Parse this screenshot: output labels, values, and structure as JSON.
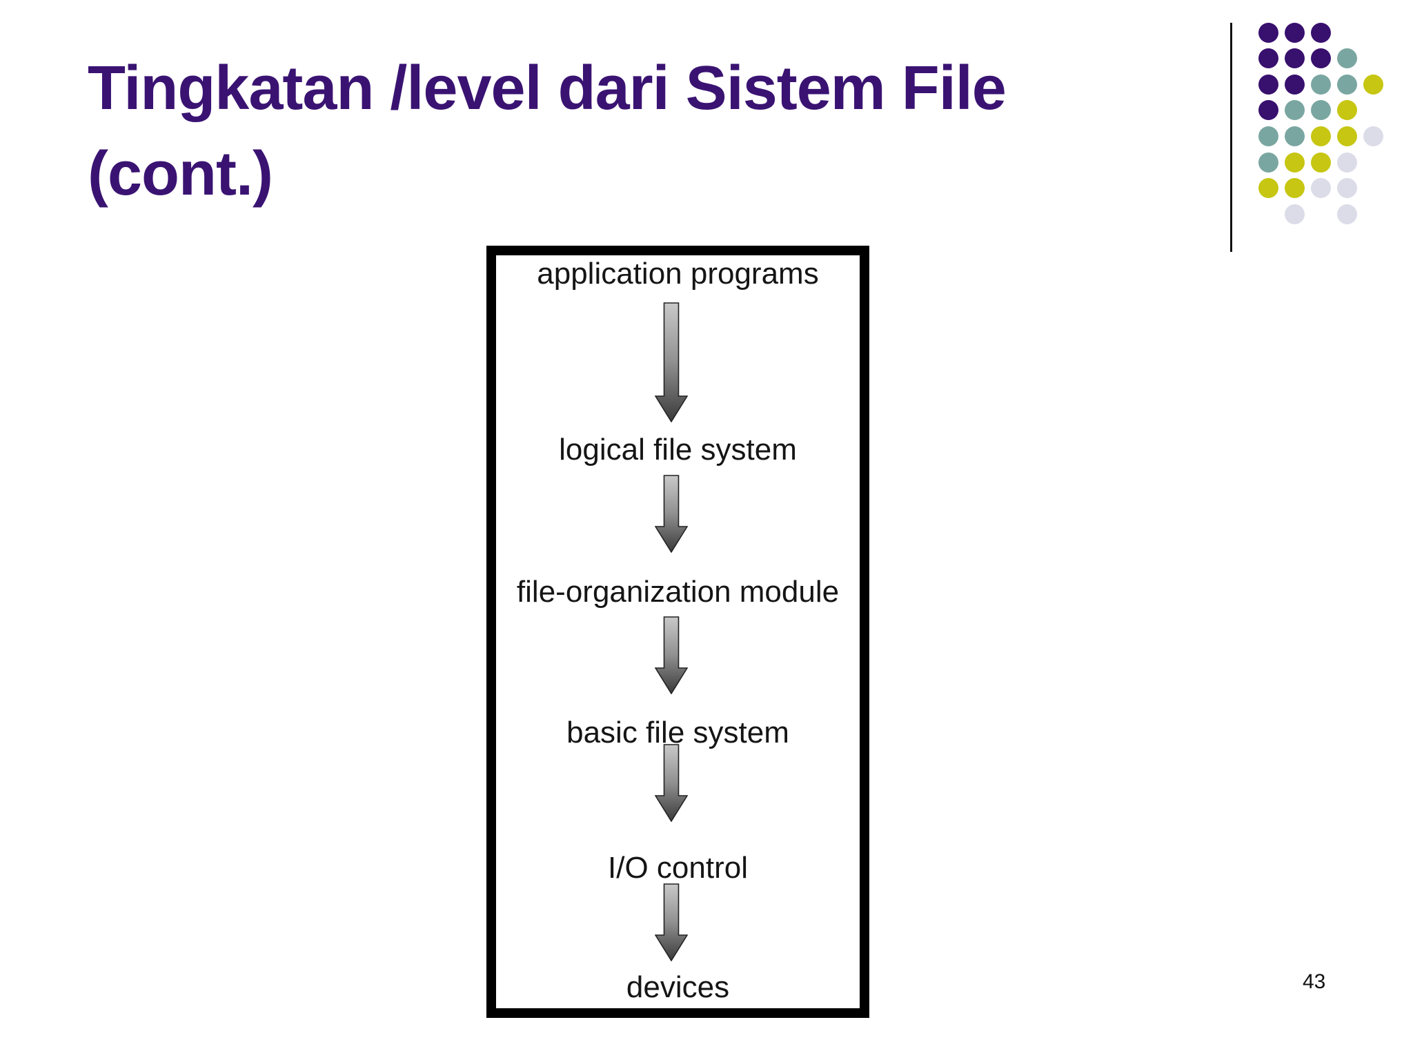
{
  "slide": {
    "title_line1": "Tingkatan /level dari Sistem File",
    "title_line2": "(cont.)",
    "page_number": "43"
  },
  "colors": {
    "title_text": "#3a1372",
    "diagram_text": "#151515",
    "box_border": "#000000",
    "arrow_gradient_top": "#c9c9c9",
    "arrow_gradient_bottom": "#3a3a3a",
    "arrow_outline": "#222222",
    "dot_purple": "#38106e",
    "dot_teal": "#7aa6a1",
    "dot_olive": "#c6c613",
    "dot_lavender": "#dcdce9"
  },
  "decoration": {
    "dot_grid_rows": [
      "PPP..",
      "PPPT.",
      "PPTTY",
      "PTTY.",
      "TTYYL",
      "TYYL.",
      "YYLL.",
      ".L.L."
    ],
    "dot_palette": {
      "P": "#38106e",
      "T": "#7aa6a1",
      "Y": "#c6c613",
      "L": "#dcdce9"
    }
  },
  "diagram": {
    "levels": [
      "application programs",
      "logical file system",
      "file-organization module",
      "basic file system",
      "I/O control",
      "devices"
    ]
  }
}
